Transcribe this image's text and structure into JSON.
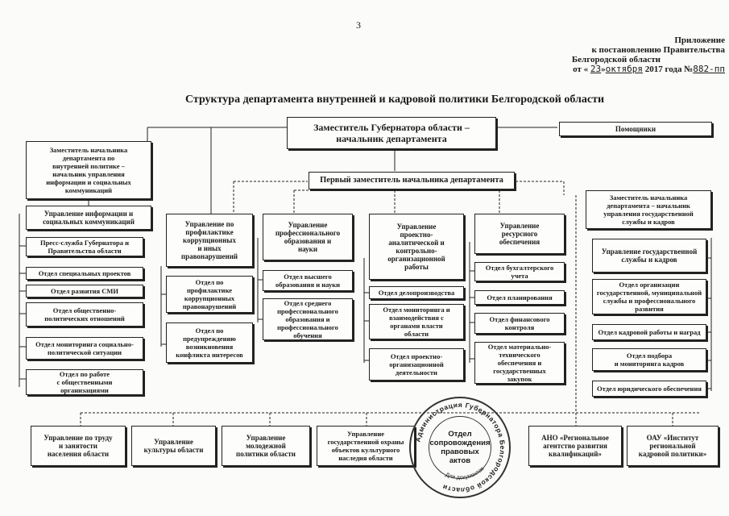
{
  "page_number": "3",
  "appendix": {
    "line1": "Приложение",
    "line2": "к постановлению Правительства",
    "line3": "Белгородской области",
    "date_prefix": "от «",
    "date_day": "23",
    "date_mid": "»",
    "date_month": "октября",
    "date_year": "2017 года №",
    "date_number": "882-пп"
  },
  "title": "Структура департамента внутренней и кадровой политики Белгородской области",
  "head": "Заместитель Губернатора области –\nначальник департамента",
  "assistants": "Помощники",
  "first_deputy": "Первый заместитель начальника департамента",
  "left_deputy": "Заместитель начальника\nдепартамента по\nвнутренней политике –\nначальник управления\nинформации и социальных\nкоммуникаций",
  "left_units": [
    "Управление информации и\nсоциальных коммуникаций",
    "Пресс-служба Губернатора и\nПравительства области",
    "Отдел специальных проектов",
    "Отдел развития СМИ",
    "Отдел общественно-\nполитических отношений",
    "Отдел мониторинга социально-\nполитической ситуации",
    "Отдел по работе\nс общественными\nорганизациями"
  ],
  "col1": {
    "head": "Управление по\nпрофилактике\nкоррупционных\nи иных\nправонарушений",
    "units": [
      "Отдел по\nпрофилактике\nкоррупционных\nправонарушений",
      "Отдел по\nпредупреждению\nвозникновения\nконфликта интересов"
    ]
  },
  "col2": {
    "head": "Управление\nпрофессионального\nобразования и\nнауки",
    "units": [
      "Отдел высшего\nобразования и науки",
      "Отдел среднего\nпрофессионального\nобразования и\nпрофессионального\nобучения"
    ]
  },
  "col3": {
    "head": "Управление\nпроектно-\nаналитической и\nконтрольно-\nорганизационной\nработы",
    "units": [
      "Отдел делопроизводства",
      "Отдел мониторинга и\nвзаимодействия с\nорганами власти\nобласти",
      "Отдел проектно-\nорганизационной\nдеятельности"
    ]
  },
  "col4": {
    "head": "Управление\nресурсного\nобеспечения",
    "units": [
      "Отдел бухгалтерского\nучета",
      "Отдел планирования",
      "Отдел финансового\nконтроля",
      "Отдел материально-\nтехнического\nобеспечения и\nгосударственных\nзакупок"
    ]
  },
  "right_deputy": "Заместитель начальника\nдепартамента – начальник\nуправления государственной\nслужбы и кадров",
  "right_units": [
    "Управление государственной\nслужбы и кадров",
    "Отдел организации\nгосударственной, муниципальной\nслужбы и профессионального\nразвития",
    "Отдел кадровой работы и наград",
    "Отдел подбора\nи мониторинга кадров",
    "Отдел юридического обеспечения"
  ],
  "bottom_units": [
    "Управление по труду\nи занятости\nнаселения области",
    "Управление\nкультуры области",
    "Управление\nмолодежной\nполитики области",
    "Управление\nгосударственной охраны\nобъектов культурного\nнаследия области"
  ],
  "bottom_right": [
    "АНО «Региональное\nагентство развития\nквалификаций»",
    "ОАУ «Институт\nрегиональной\nкадровой политики»"
  ],
  "stamp": {
    "center": "Отдел\nсопровождения\nправовых\nактов",
    "ring": "Администрация Губернатора Белгородской области",
    "bottom": "Для документов"
  }
}
